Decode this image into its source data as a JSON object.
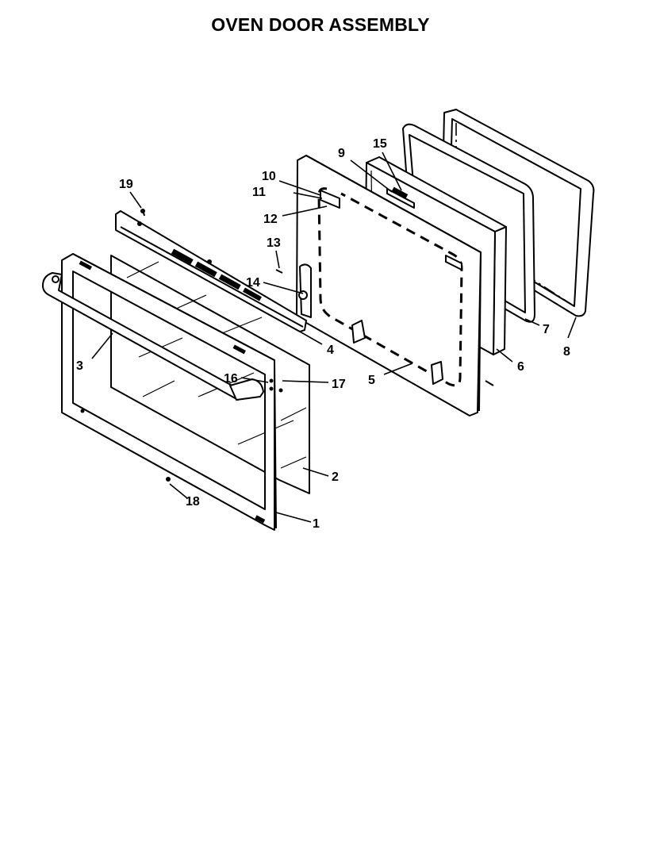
{
  "title": "OVEN DOOR ASSEMBLY",
  "parts": [
    {
      "id": "1",
      "label": "1"
    },
    {
      "id": "2",
      "label": "2"
    },
    {
      "id": "3",
      "label": "3"
    },
    {
      "id": "4",
      "label": "4"
    },
    {
      "id": "5",
      "label": "5"
    },
    {
      "id": "6",
      "label": "6"
    },
    {
      "id": "7",
      "label": "7"
    },
    {
      "id": "8",
      "label": "8"
    },
    {
      "id": "9",
      "label": "9"
    },
    {
      "id": "10",
      "label": "10"
    },
    {
      "id": "11",
      "label": "11"
    },
    {
      "id": "12",
      "label": "12"
    },
    {
      "id": "13",
      "label": "13"
    },
    {
      "id": "14",
      "label": "14"
    },
    {
      "id": "15",
      "label": "15"
    },
    {
      "id": "16",
      "label": "16"
    },
    {
      "id": "17",
      "label": "17"
    },
    {
      "id": "18",
      "label": "18"
    },
    {
      "id": "19",
      "label": "19"
    }
  ]
}
